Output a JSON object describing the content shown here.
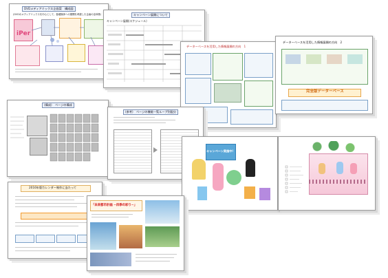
{
  "sheets": {
    "promo_plan": {
      "title": "DVDメディアミックス企画案　構成図",
      "subtitle": "(DVDのメディアミックスを中心として、各種媒体への展開を考慮した企画の全体像)",
      "brand": "iPer"
    },
    "campaign": {
      "title": "キャンペーン展開について",
      "subtitle": "キャンペーン展開(スケジュール)"
    },
    "database": {
      "title": "データーベースを活用した情報展開の方向　1"
    },
    "database2": {
      "title": "データーベースを活用した情報展開の方向　2",
      "banner": "完全版データーベース"
    },
    "page_composition": {
      "title": "(構成)　ページの構成"
    },
    "page_function": {
      "title": "(参考)　ページの機能一覧ループ別配分"
    },
    "campaign_poster": {
      "banner": "キャンペーン実施中!"
    },
    "calendar_plan": {
      "title": "2016年版カレンダー制作に当たって"
    },
    "magazine": {
      "headline": "「未来都市計画 ~四季の彩り~」"
    }
  },
  "colors": {
    "title_red": "#d21a1a",
    "banner_pink": "#c0287a",
    "table_blue": "#7a8fb4",
    "accent_orange": "#f29a2e"
  }
}
